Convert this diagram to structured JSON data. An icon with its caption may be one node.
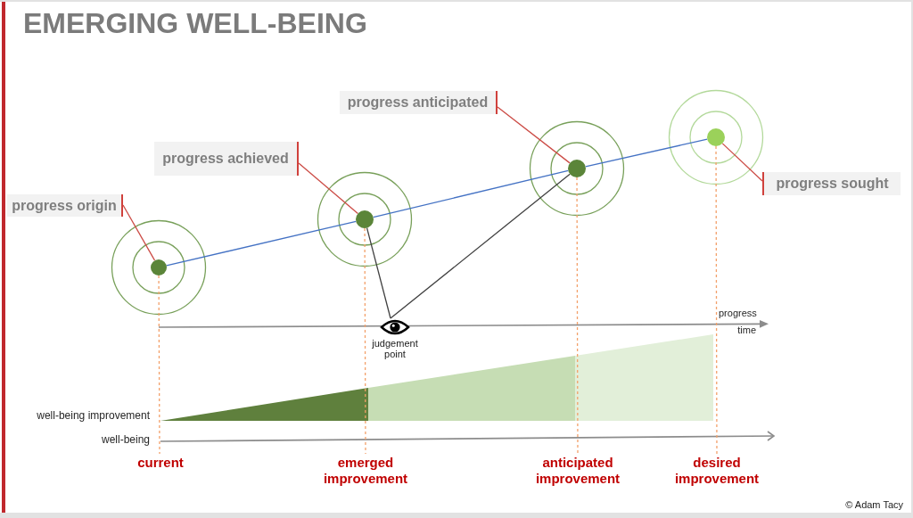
{
  "diagram": {
    "title": "EMERGING WELL-BEING",
    "nodes": [
      {
        "text": [
          "progress origin"
        ]
      },
      {
        "text": [],
        "shape": "circle"
      },
      {
        "text": [
          "progress achieved"
        ]
      },
      {
        "text": [],
        "shape": "circle"
      },
      {
        "text": [
          "progress anticipated"
        ]
      },
      {
        "text": [],
        "shape": "circle"
      },
      {
        "text": [
          "progress sought"
        ]
      },
      {
        "text": [],
        "shape": "circle"
      },
      {
        "text": [
          "judgement point"
        ]
      },
      {
        "text": [
          "current"
        ]
      },
      {
        "text": [
          "emerged improvement"
        ]
      },
      {
        "text": [
          "anticipated improvement"
        ]
      },
      {
        "text": [
          "desired improvement"
        ]
      }
    ],
    "edges": [
      {
        "from": 0,
        "to": 1,
        "arrow": "none",
        "color": "#cc4b45"
      },
      {
        "from": 2,
        "to": 3,
        "arrow": "none",
        "color": "#cc4b45"
      },
      {
        "from": 4,
        "to": 5,
        "arrow": "none",
        "color": "#cc4b45"
      },
      {
        "from": 6,
        "to": 7,
        "arrow": "none",
        "color": "#cc4b45"
      },
      {
        "from": 1,
        "to": 3,
        "arrow": "none",
        "color": "#4472c4"
      },
      {
        "from": 3,
        "to": 5,
        "arrow": "none",
        "color": "#4472c4"
      },
      {
        "from": 5,
        "to": 7,
        "arrow": "none",
        "color": "#4472c4"
      },
      {
        "from": 3,
        "to": 8,
        "arrow": "none",
        "color": "#404040"
      },
      {
        "from": 5,
        "to": 8,
        "arrow": "none",
        "color": "#404040"
      },
      {
        "from": 1,
        "to": 9,
        "arrow": "none",
        "style": "dashed",
        "color": "#f3a06a"
      },
      {
        "from": 3,
        "to": 10,
        "arrow": "none",
        "style": "dashed",
        "color": "#f3a06a"
      },
      {
        "from": 5,
        "to": 11,
        "arrow": "none",
        "style": "dashed",
        "color": "#f3a06a"
      },
      {
        "from": 7,
        "to": 12,
        "arrow": "none",
        "style": "dashed",
        "color": "#f3a06a"
      }
    ],
    "labels": [
      "progress",
      "time",
      "well-being improvement",
      "well-being",
      "© Adam Tacy"
    ]
  }
}
